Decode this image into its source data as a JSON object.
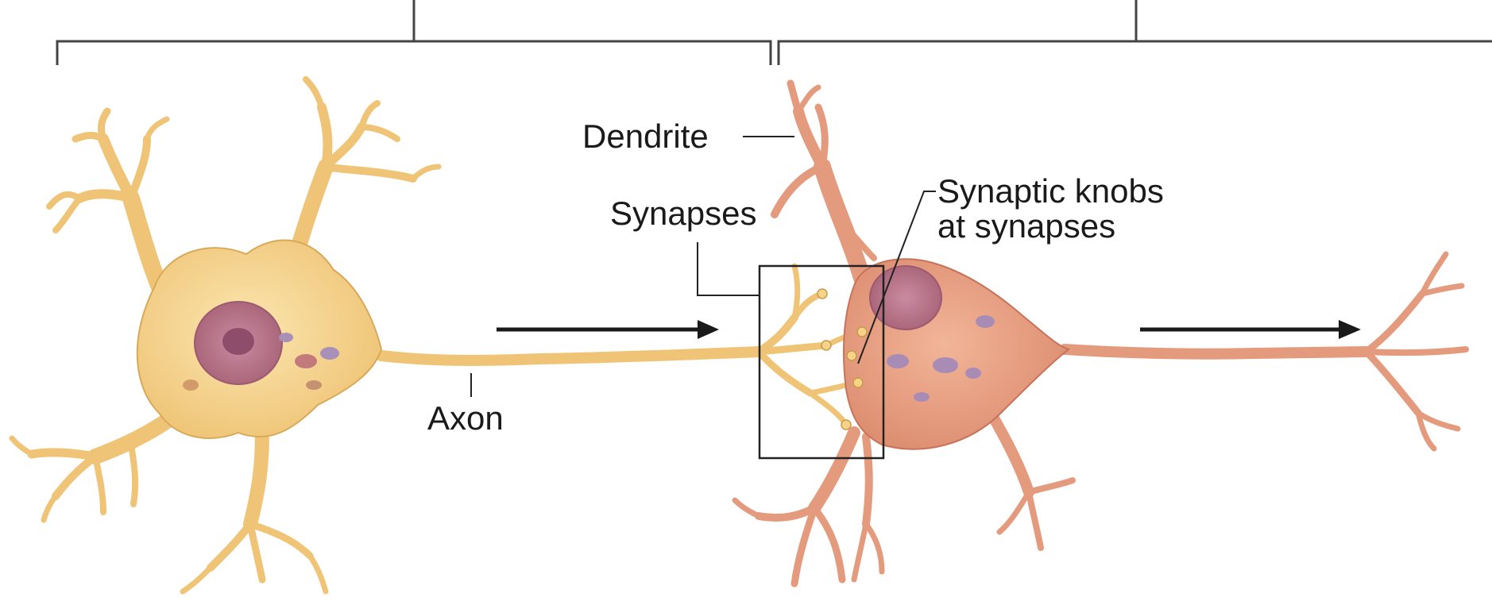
{
  "labels": {
    "dendrite": "Dendrite",
    "synapses": "Synapses",
    "synaptic_knobs_line1": "Synaptic knobs",
    "synaptic_knobs_line2": "at synapses",
    "axon": "Axon"
  },
  "colors": {
    "presynaptic_neuron_fill": "#f7d88e",
    "presynaptic_neuron_edge": "#d9a95a",
    "postsynaptic_neuron_fill": "#e9a083",
    "postsynaptic_neuron_edge": "#c7735a",
    "nucleus": "#b9707f",
    "nucleus_core": "#8e4d6a",
    "bracket": "#444444",
    "arrow": "#1a1a1a"
  }
}
